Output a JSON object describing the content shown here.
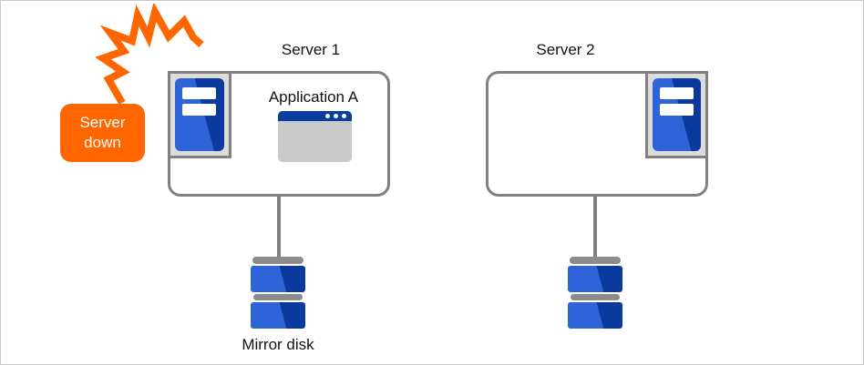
{
  "diagram_title": "server failover diagram",
  "badge": {
    "label": "Server down"
  },
  "servers": [
    {
      "title": "Server 1",
      "application_label": "Application A",
      "disk_label": "Mirror disk"
    },
    {
      "title": "Server 2"
    }
  ],
  "icons": {
    "crash_flash": "crash-flash-icon",
    "server_tower": "server-tower-icon",
    "application_window": "application-window-icon",
    "mirror_disk": "mirror-disk-icon"
  },
  "colors": {
    "accent_orange": "#FF6600",
    "line_gray": "#808080",
    "frame_gray": "#DCDCDC",
    "window_gray": "#C9C9C9",
    "disk_gray": "#8C8C8C",
    "blue_light": "#2F64D9",
    "blue_dark": "#0A3A9E",
    "titlebar_blue": "#0B3D9E",
    "text_color": "#111111",
    "canvas_border": "#CACACA"
  }
}
